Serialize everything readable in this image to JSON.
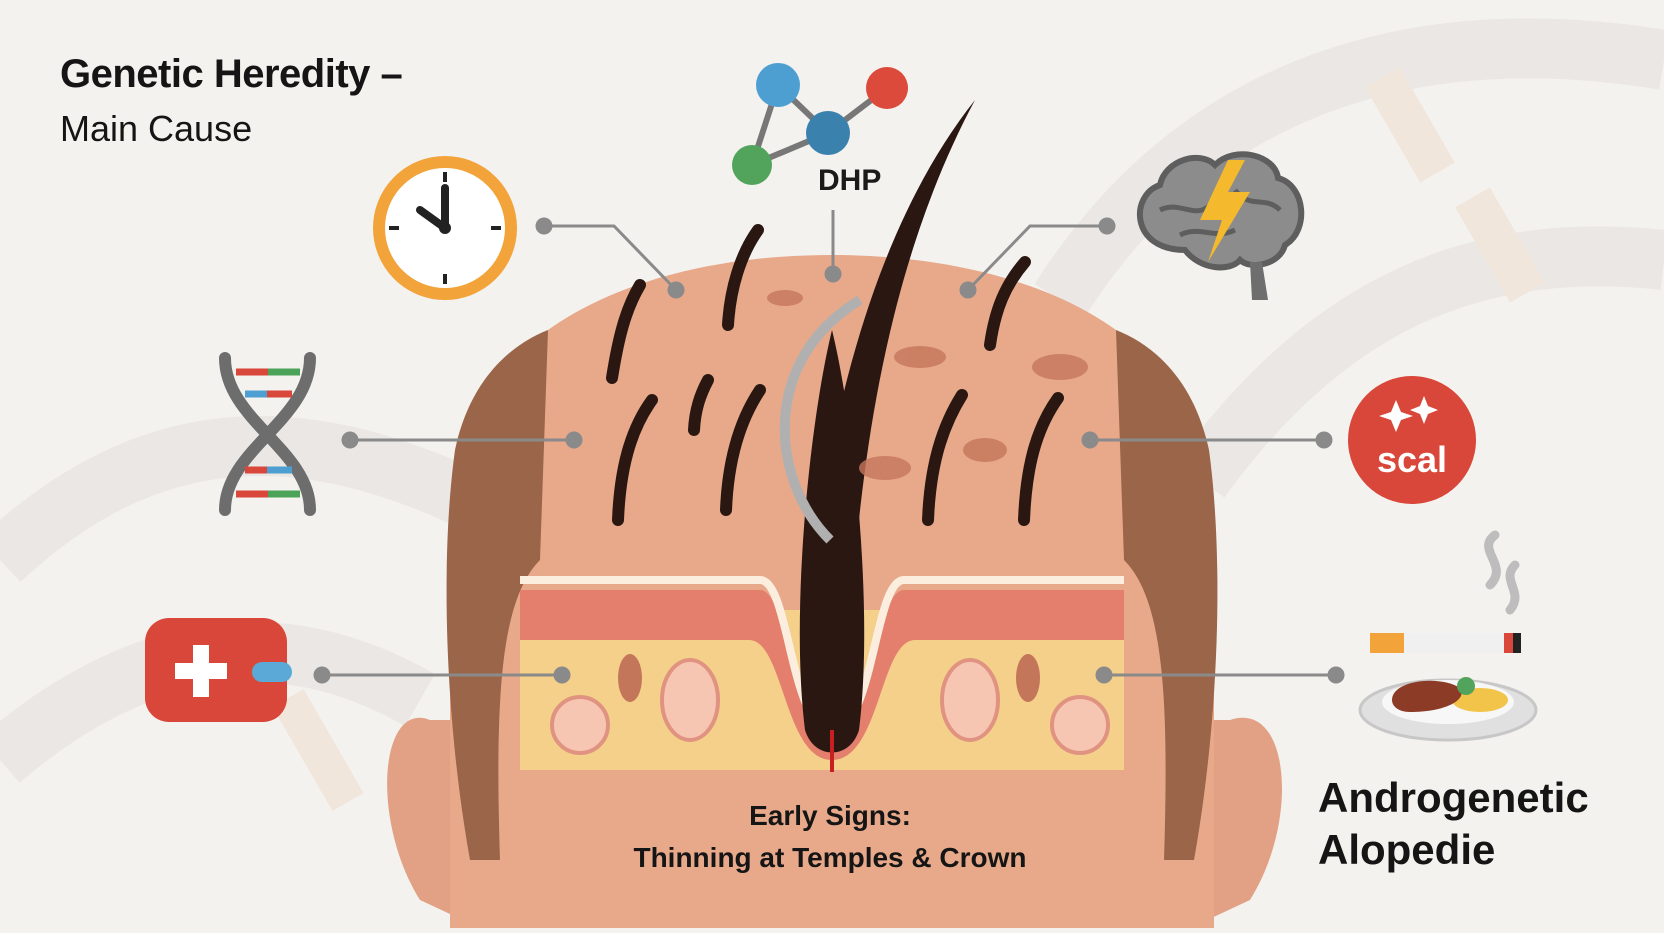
{
  "header": {
    "title": "Genetic Heredity –",
    "subtitle": "Main Cause"
  },
  "labels": {
    "molecule": "DHP",
    "scalp_badge": "scal",
    "early_signs_line1": "Early Signs:",
    "early_signs_line2": "Thinning at Temples & Crown",
    "diagnosis_line1": "Androgenetic",
    "diagnosis_line2": "Alopedie"
  },
  "icons": [
    "clock-icon",
    "dna-icon",
    "medical-kit-icon",
    "molecule-icon",
    "brain-lightning-icon",
    "scalp-badge-icon",
    "cigarette-icon",
    "food-plate-icon"
  ],
  "colors": {
    "background": "#f4f2ef",
    "skin": "#e8a98b",
    "hair_dark": "#2a1711",
    "hair_side": "#9a6548",
    "clock_ring": "#f2a33a",
    "badge_red": "#d9473a",
    "connector": "#8a8a8a"
  }
}
